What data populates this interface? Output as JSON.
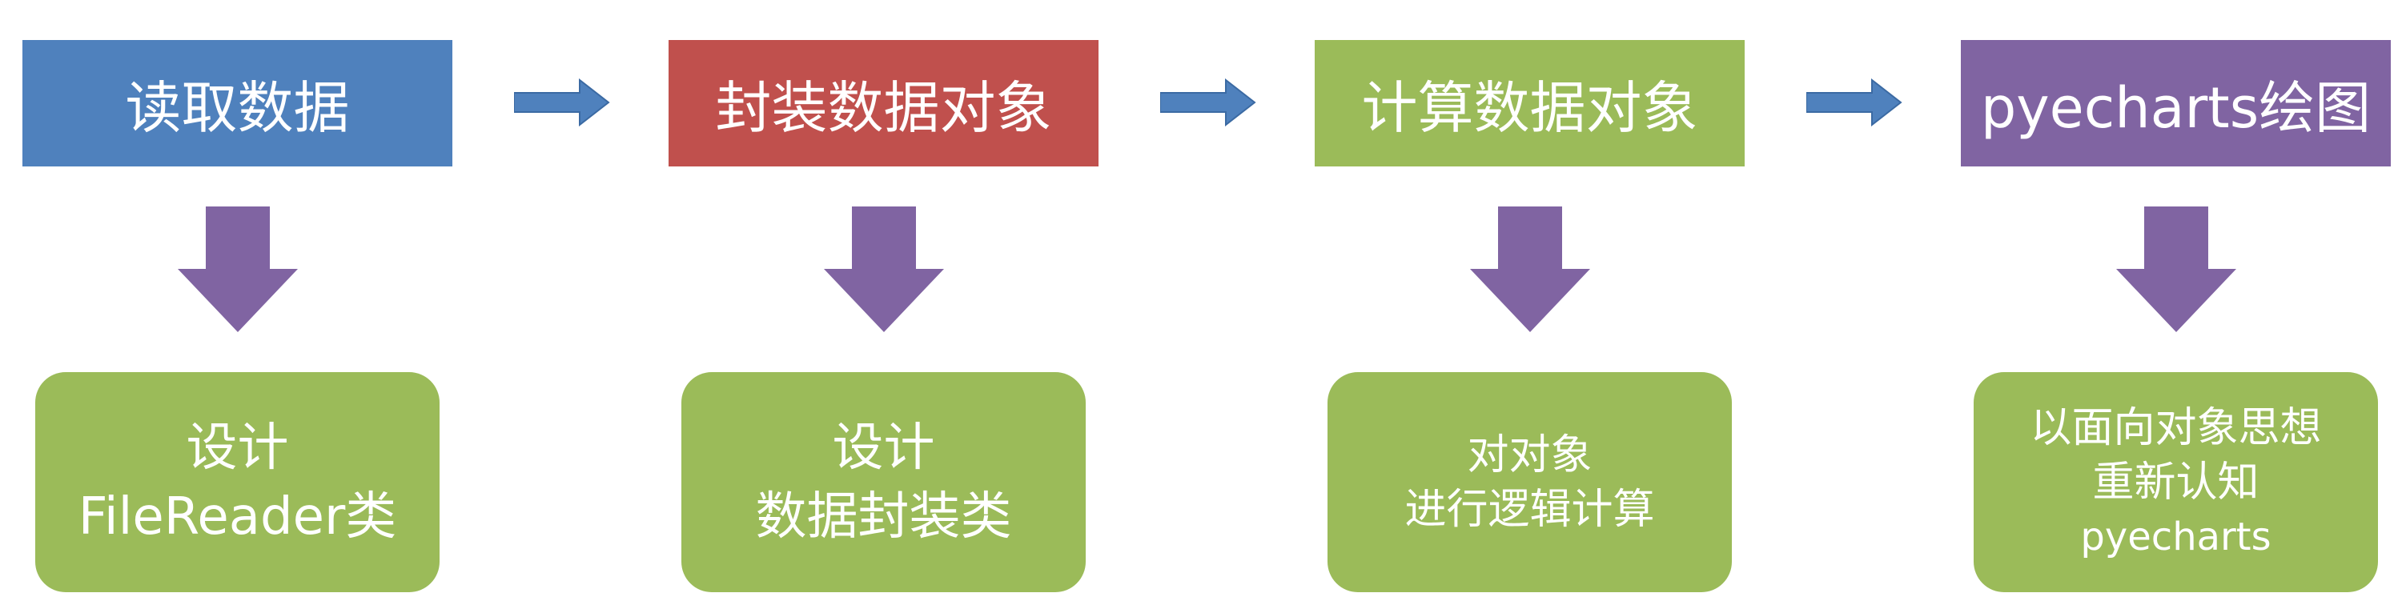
{
  "colors": {
    "blue": "#4f81bd",
    "red": "#c0504d",
    "green": "#9bbb59",
    "purple": "#8064a2",
    "white": "#ffffff"
  },
  "steps": [
    {
      "label": "读取数据",
      "color": "#4f81bd"
    },
    {
      "label": "封装数据对象",
      "color": "#c0504d"
    },
    {
      "label": "计算数据对象",
      "color": "#9bbb59"
    },
    {
      "label": "pyecharts绘图",
      "color": "#8064a2"
    }
  ],
  "details": [
    {
      "lines": [
        "设计",
        "FileReader类"
      ]
    },
    {
      "lines": [
        "设计",
        "数据封装类"
      ]
    },
    {
      "lines": [
        "对对象",
        "进行逻辑计算"
      ]
    },
    {
      "lines": [
        "以面向对象思想",
        "重新认知",
        "pyecharts"
      ]
    }
  ]
}
